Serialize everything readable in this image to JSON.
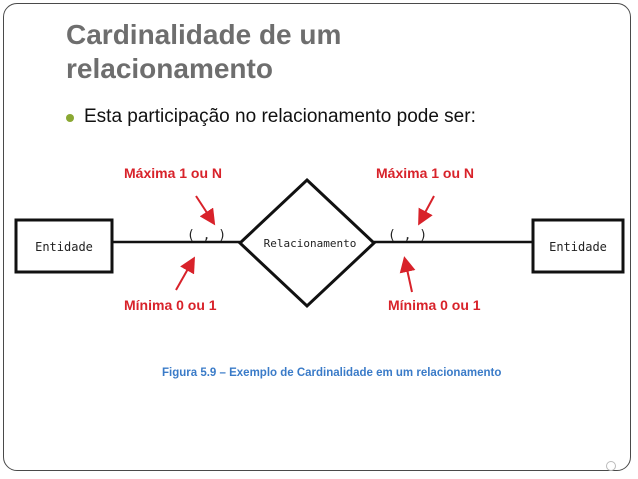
{
  "slide": {
    "title": "Cardinalidade de um relacionamento",
    "bullet": "Esta participação no relacionamento pode ser:"
  },
  "diagram": {
    "left_entity": "Entidade",
    "right_entity": "Entidade",
    "relationship": "Relacionamento",
    "left_cardinality": "( , )",
    "right_cardinality": "( , )",
    "max_label_left": "Máxima 1 ou N",
    "max_label_right": "Máxima 1 ou N",
    "min_label_left": "Mínima 0 ou 1",
    "min_label_right": "Mínima 0 ou 1",
    "caption": "Figura 5.9 – Exemplo de Cardinalidade em um relacionamento"
  },
  "colors": {
    "title": "#6e6e6e",
    "bullet": "#8aa832",
    "annotation": "#d8222a",
    "caption": "#3a7bc8"
  }
}
